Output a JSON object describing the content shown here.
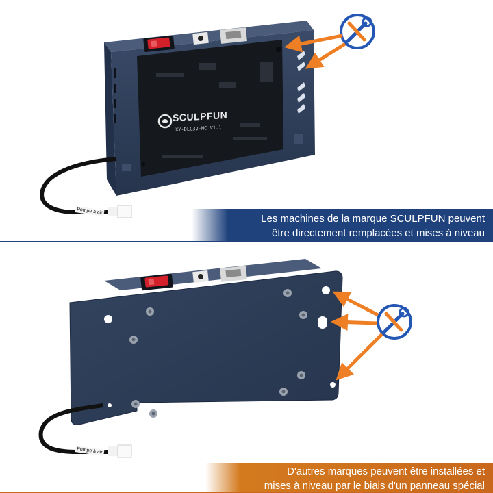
{
  "top_panel": {
    "brand": "SCULPFUN",
    "model": "XY-DLC32-MC V1.1",
    "cable_label": "Pompe à air",
    "caption_line1": "Les machines de la marque SCULPFUN peuvent",
    "caption_line2": "être directement remplacées et mises à niveau",
    "caption_color": "#1f427d"
  },
  "bottom_panel": {
    "cable_label": "Pompe à air",
    "caption_line1": "D'autres marques peuvent être installées et",
    "caption_line2": "mises à niveau par le biais d'un panneau spécial",
    "caption_color": "#d37a1e"
  },
  "icons": {
    "top": "wrench-screwdriver-icon",
    "bottom": "wrench-screwdriver-icon"
  },
  "colors": {
    "enclosure": "#2d3c55",
    "board": "#15181d",
    "switch": "#d4202a",
    "arrow": "#ef7f25",
    "icon_ring": "#2456b3"
  }
}
